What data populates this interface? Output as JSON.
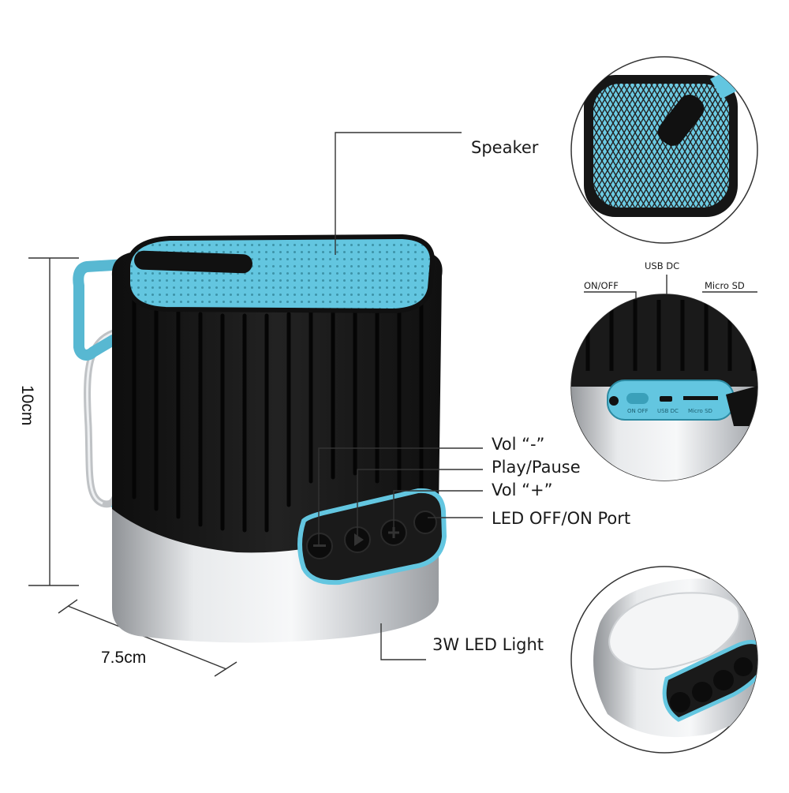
{
  "dimensions": {
    "height_label": "10cm",
    "width_label": "7.5cm"
  },
  "callouts": {
    "speaker": "Speaker",
    "vol_minus": "Vol  “-”",
    "play_pause": "Play/Pause",
    "vol_plus": "Vol  “+”",
    "led_port": "LED OFF/ON Port",
    "led_light": "3W LED Light"
  },
  "port_labels": {
    "on_off": "ON/OFF",
    "usb_dc": "USB DC",
    "micro_sd": "Micro SD",
    "switch_print": "ON OFF",
    "usb_print": "USB DC",
    "sd_print": "Micro SD"
  },
  "colors": {
    "accent_blue": "#63c6e0",
    "body_black": "#161616",
    "silver": "#c9ccd0"
  }
}
